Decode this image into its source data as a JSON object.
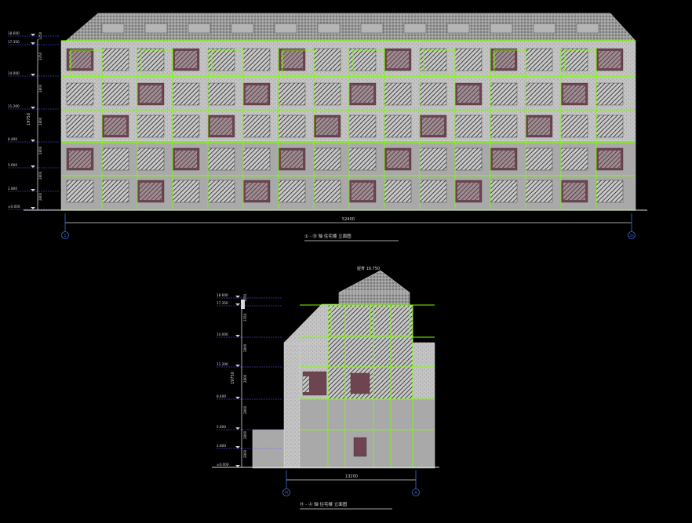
{
  "colors": {
    "background": "#000000",
    "wall": "#c6c6c6",
    "wall_dark": "#a9a9a9",
    "roof": "#8d8d8d",
    "frame": "#7cff00",
    "window": "#6e4450",
    "hatch": "#222222",
    "annotation": "#d8d8d8",
    "axis": "#3a6fd8",
    "leader": "#5a5aff"
  },
  "front_elevation": {
    "title": "① - ㉝ 轴 住宅楼 立面图",
    "axis_left": "1",
    "axis_right": "33",
    "total_dim": "52400",
    "height_total": "19750",
    "levels": [
      "18.600",
      "17.350",
      "14.000",
      "11.200",
      "8.400",
      "5.600",
      "2.800",
      "±0.000"
    ],
    "floor_dims": [
      "1250",
      "3350",
      "2800",
      "2800",
      "2800",
      "2800",
      "2800"
    ]
  },
  "side_elevation": {
    "title": "Ⓗ - Ⓐ 轴 住宅楼 立面图",
    "ridge_label": "屋脊 19.750",
    "axis_left": "H",
    "axis_right": "A",
    "total_dim": "13200",
    "height_total": "19750",
    "levels": [
      "18.600",
      "17.350",
      "14.000",
      "11.200",
      "8.400",
      "5.600",
      "2.800",
      "±0.000"
    ],
    "floor_dims": [
      "1250",
      "3350",
      "2800",
      "2800",
      "2800",
      "2800",
      "2800"
    ]
  }
}
